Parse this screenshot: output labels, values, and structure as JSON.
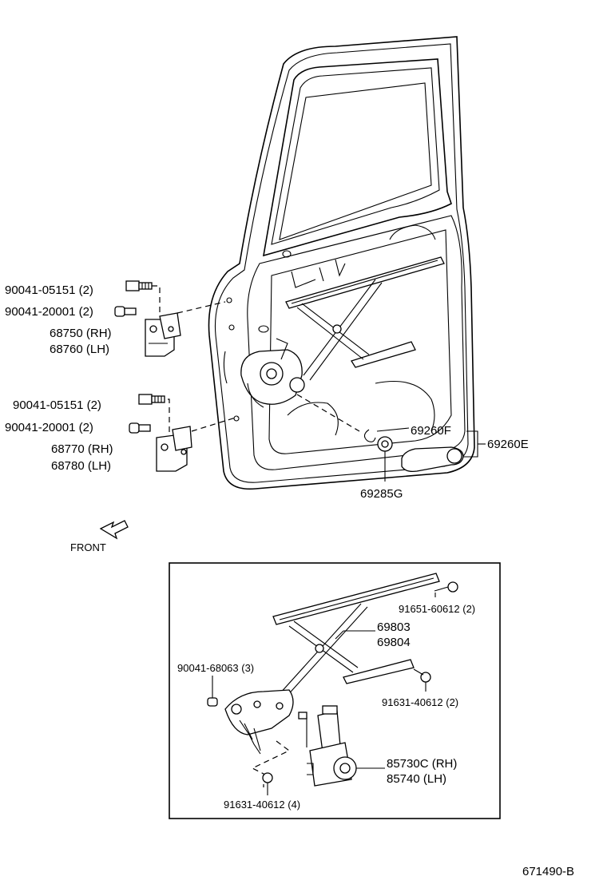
{
  "labels": {
    "upper_hinge_bolt": "90041-05151 (2)",
    "upper_hinge_screw": "90041-20001 (2)",
    "upper_hinge_rh": "68750 (RH)",
    "upper_hinge_lh": "68760 (LH)",
    "lower_hinge_bolt": "90041-05151 (2)",
    "lower_hinge_screw": "90041-20001 (2)",
    "lower_hinge_rh": "68770 (RH)",
    "lower_hinge_lh": "68780 (LH)",
    "handle_f": "69260F",
    "handle_e": "69260E",
    "handle_plate": "69285G",
    "front": "FRONT",
    "regulator_bolt_top": "91651-60612 (2)",
    "regulator_rh": "69803",
    "regulator_lh": "69804",
    "regulator_screw": "90041-68063 (3)",
    "regulator_bolt_right": "91631-40612 (2)",
    "motor_rh": "85730C (RH)",
    "motor_lh": "85740   (LH)",
    "motor_bolt": "91631-40612 (4)",
    "diagram_code": "671490-B"
  }
}
